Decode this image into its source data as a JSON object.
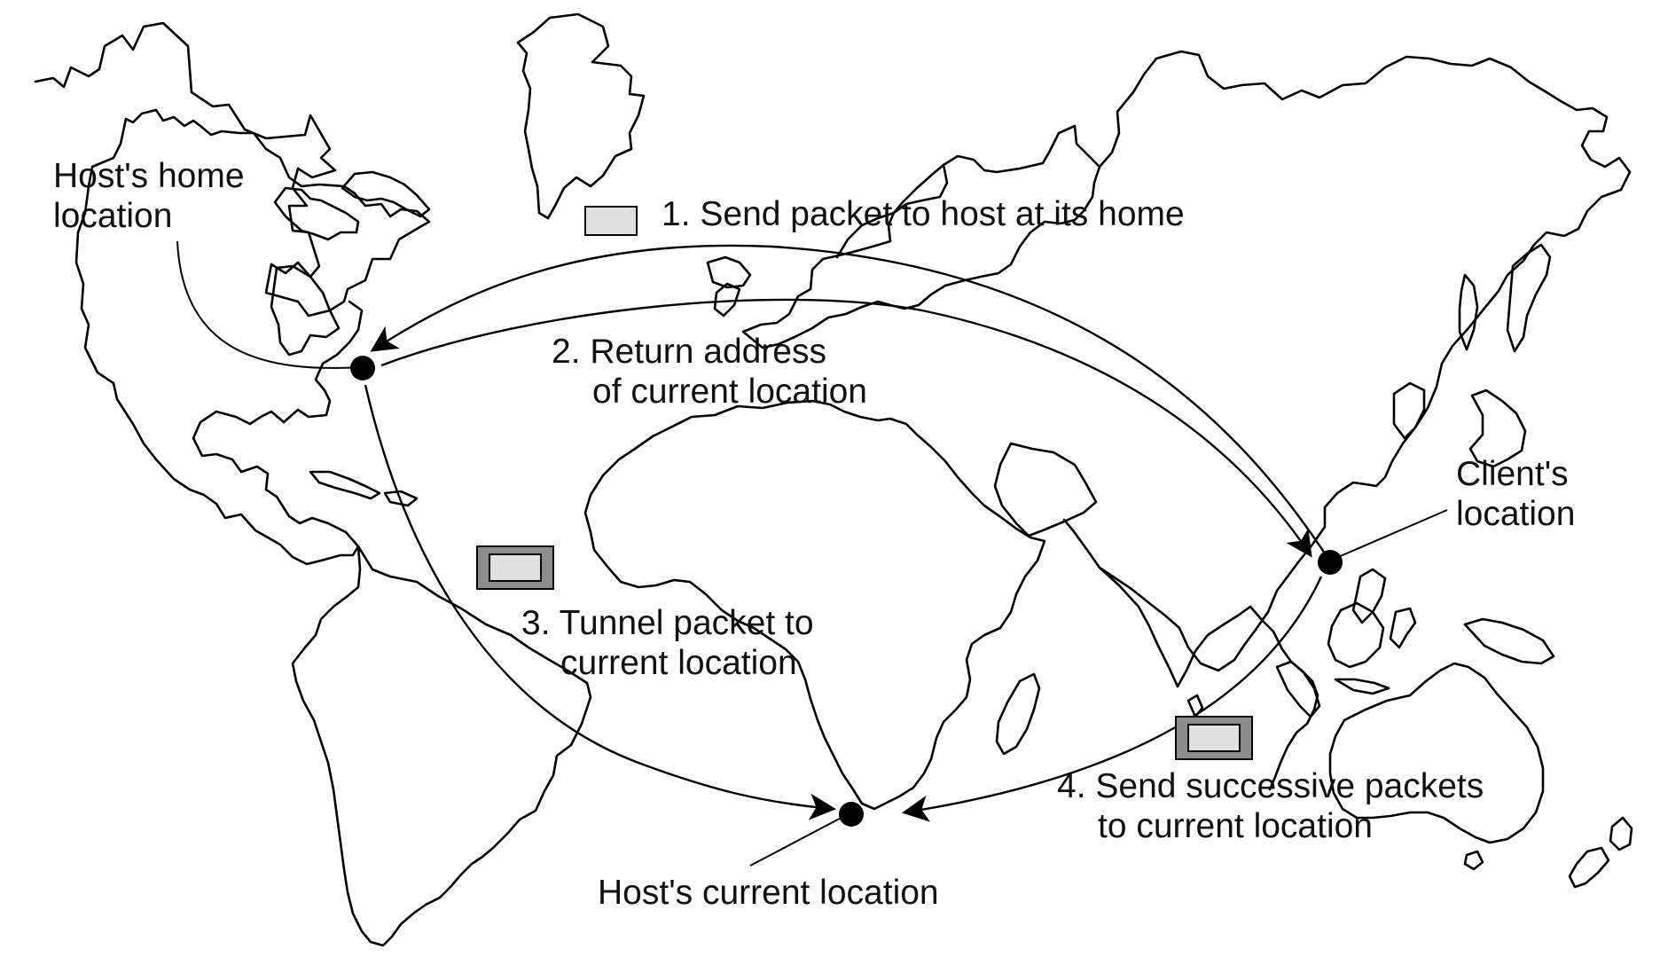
{
  "labels": {
    "host_home_line1": "Host's home",
    "host_home_line2": "location",
    "step1": "1. Send packet to host at its home",
    "step2_line1": "2. Return address",
    "step2_line2": "of current location",
    "step3_line1": "3. Tunnel packet to",
    "step3_line2": "current location",
    "client_line1": "Client's",
    "client_line2": "location",
    "step4_line1": "4. Send successive packets",
    "step4_line2": "to current location",
    "host_current": "Host's current location"
  },
  "colors": {
    "packet_fill": "#e0e0e0",
    "tunnel_wrapper": "#8c8c8c",
    "line": "#000000"
  }
}
